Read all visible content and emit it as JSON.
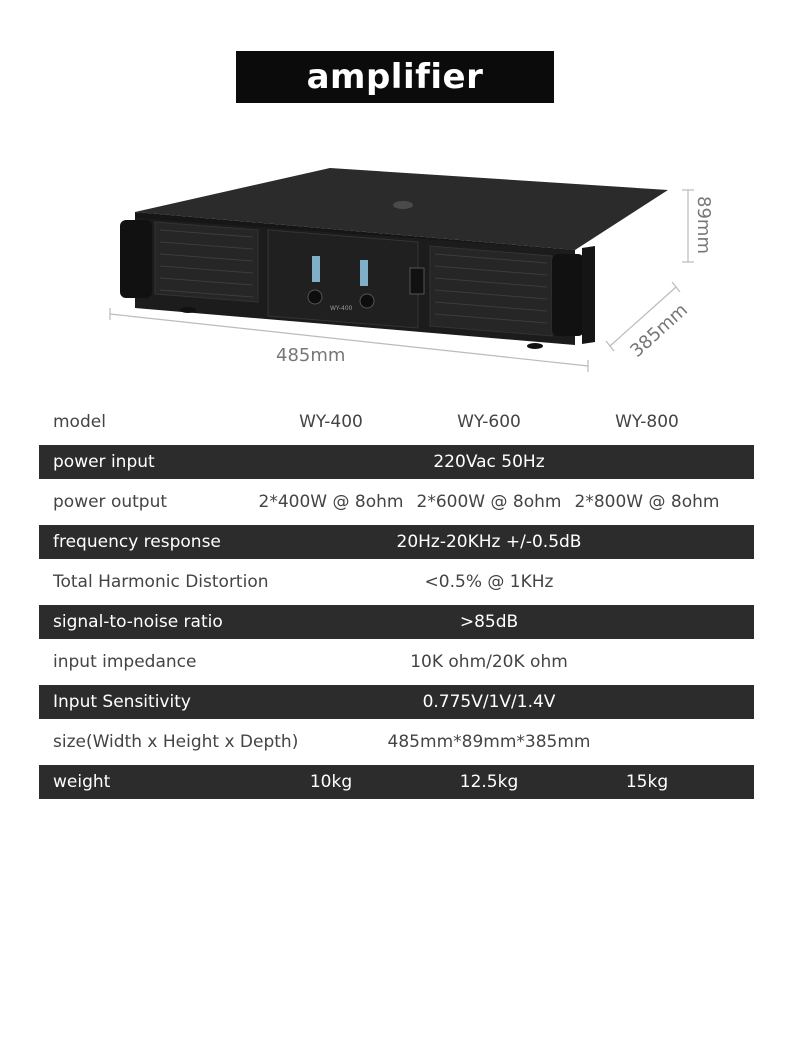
{
  "title": "amplifier",
  "product": {
    "width_label": "485mm",
    "height_label": "89mm",
    "depth_label": "385mm",
    "model_badge": "WY-400"
  },
  "specs": {
    "model": {
      "label": "model",
      "values": [
        "WY-400",
        "WY-600",
        "WY-800"
      ]
    },
    "power_input": {
      "label": "power input",
      "value": "220Vac 50Hz"
    },
    "power_output": {
      "label": "power output",
      "values": [
        "2*400W @ 8ohm",
        "2*600W @ 8ohm",
        "2*800W @ 8ohm"
      ]
    },
    "frequency_response": {
      "label": "frequency response",
      "value": "20Hz-20KHz +/-0.5dB"
    },
    "thd": {
      "label": "Total Harmonic Distortion",
      "value": "<0.5% @ 1KHz"
    },
    "snr": {
      "label": "signal-to-noise ratio",
      "value": ">85dB"
    },
    "input_impedance": {
      "label": "input impedance",
      "value": "10K ohm/20K ohm"
    },
    "input_sensitivity": {
      "label": "Input Sensitivity",
      "value": "0.775V/1V/1.4V"
    },
    "size": {
      "label": "size(Width x Height x Depth)",
      "value": "485mm*89mm*385mm"
    },
    "weight": {
      "label": "weight",
      "values": [
        "10kg",
        "12.5kg",
        "15kg"
      ]
    }
  }
}
